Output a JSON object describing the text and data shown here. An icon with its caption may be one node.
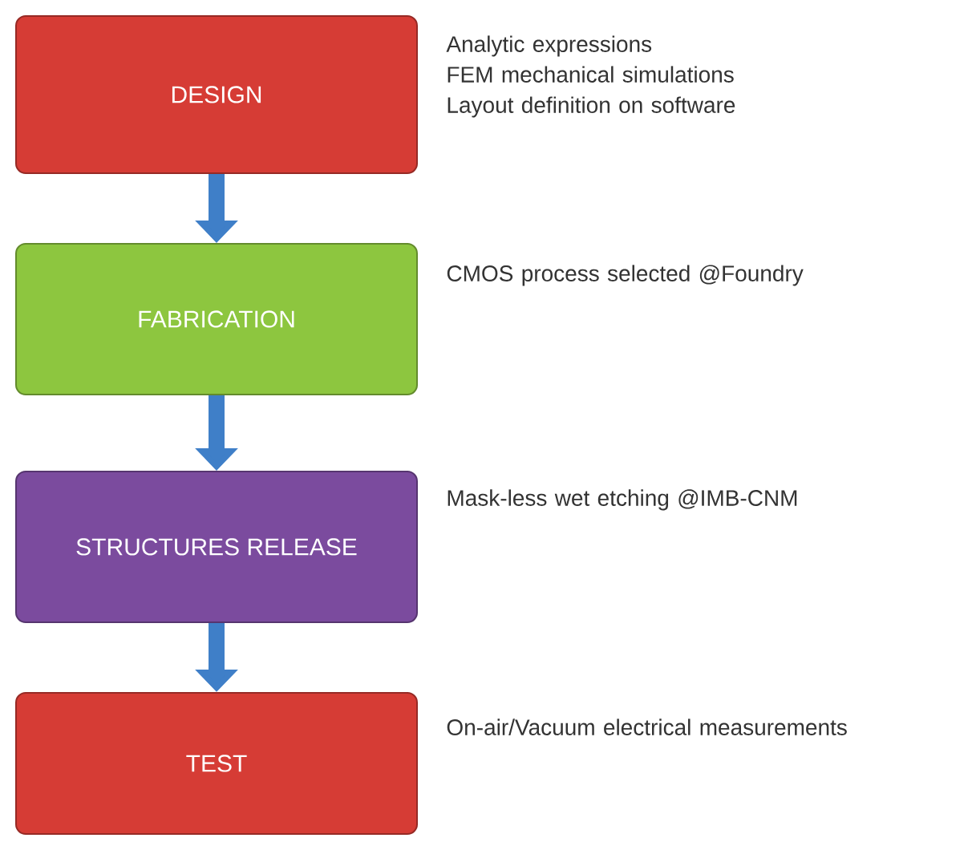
{
  "diagram": {
    "nodes": [
      {
        "text": [
          "DESIGN"
        ],
        "beside": [
          "Analytic expressions",
          "FEM mechanical simulations",
          "Layout definition on software"
        ]
      },
      {
        "text": [
          "FABRICATION"
        ],
        "beside": [
          "CMOS process selected @Foundry"
        ]
      },
      {
        "text": [
          "STRUCTURES RELEASE"
        ],
        "beside": [
          "Mask-less wet etching @IMB-CNM"
        ]
      },
      {
        "text": [
          "TEST"
        ],
        "beside": [
          "On-air/Vacuum electrical measurements"
        ]
      }
    ],
    "edges": [
      {
        "from": 0,
        "to": 1,
        "arrow": "to"
      },
      {
        "from": 1,
        "to": 2,
        "arrow": "to"
      },
      {
        "from": 2,
        "to": 3,
        "arrow": "to"
      }
    ]
  }
}
